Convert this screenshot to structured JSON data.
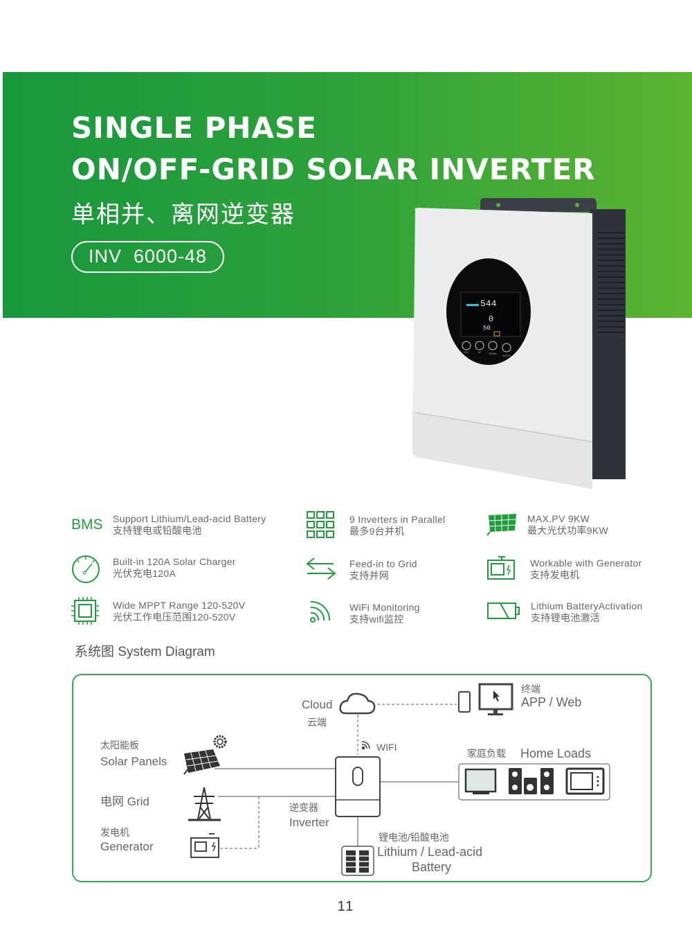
{
  "header": {
    "title_line1": "SINGLE PHASE",
    "title_line2": "ON/OFF-GRID SOLAR INVERTER",
    "title_cn": "单相并、离网逆变器",
    "model": "INV  6000-48",
    "colors": {
      "green_dark": "#17973d",
      "green_light": "#5cb431"
    }
  },
  "product": {
    "display_readings": [
      "544",
      "0",
      "50"
    ],
    "buttons": [
      "ESC",
      "UP",
      "DOWN",
      "ENTER"
    ]
  },
  "features": [
    {
      "icon": "bms-text-icon",
      "icon_text": "BMS",
      "en": "Support Lithium/Lead-acid Battery",
      "cn": "支持锂电或铅酸电池"
    },
    {
      "icon": "parallel-grid-icon",
      "en": "9 Inverters in Parallel",
      "cn": "最多9台并机"
    },
    {
      "icon": "solar-panel-icon",
      "en": "MAX.PV 9KW",
      "cn": "最大光伏功率9KW"
    },
    {
      "icon": "gauge-icon",
      "en": "Built-in 120A Solar Charger",
      "cn": "光伏充电120A"
    },
    {
      "icon": "arrows-exchange-icon",
      "en": "Feed-in to Grid",
      "cn": "支持并网"
    },
    {
      "icon": "generator-icon",
      "en": "Workable with Generator",
      "cn": "支持发电机"
    },
    {
      "icon": "chip-icon",
      "en": "Wide MPPT Range 120-520V",
      "cn": "光伏工作电压范围120-520V"
    },
    {
      "icon": "wifi-icon",
      "en": "WiFi Monitoring",
      "cn": "支持wifi监控"
    },
    {
      "icon": "battery-icon",
      "en": "Lithium BatteryActivation",
      "cn": "支持锂电池激活"
    }
  ],
  "system": {
    "title": "系统图 System Diagram",
    "cloud_en": "Cloud",
    "cloud_cn": "云端",
    "terminal_cn": "终端",
    "terminal_en": "APP / Web",
    "wifi": "WIFI",
    "solar_cn": "太阳能板",
    "solar_en": "Solar Panels",
    "grid": "电网 Grid",
    "gen_cn": "发电机",
    "gen_en": "Generator",
    "inverter_cn": "逆变器",
    "inverter_en": "Inverter",
    "loads_cn": "家庭负载",
    "loads_en": "Home Loads",
    "battery_cn": "锂电池/铅酸电池",
    "battery_en1": "Lithium / Lead-acid",
    "battery_en2": "Battery"
  },
  "page_number": "11"
}
